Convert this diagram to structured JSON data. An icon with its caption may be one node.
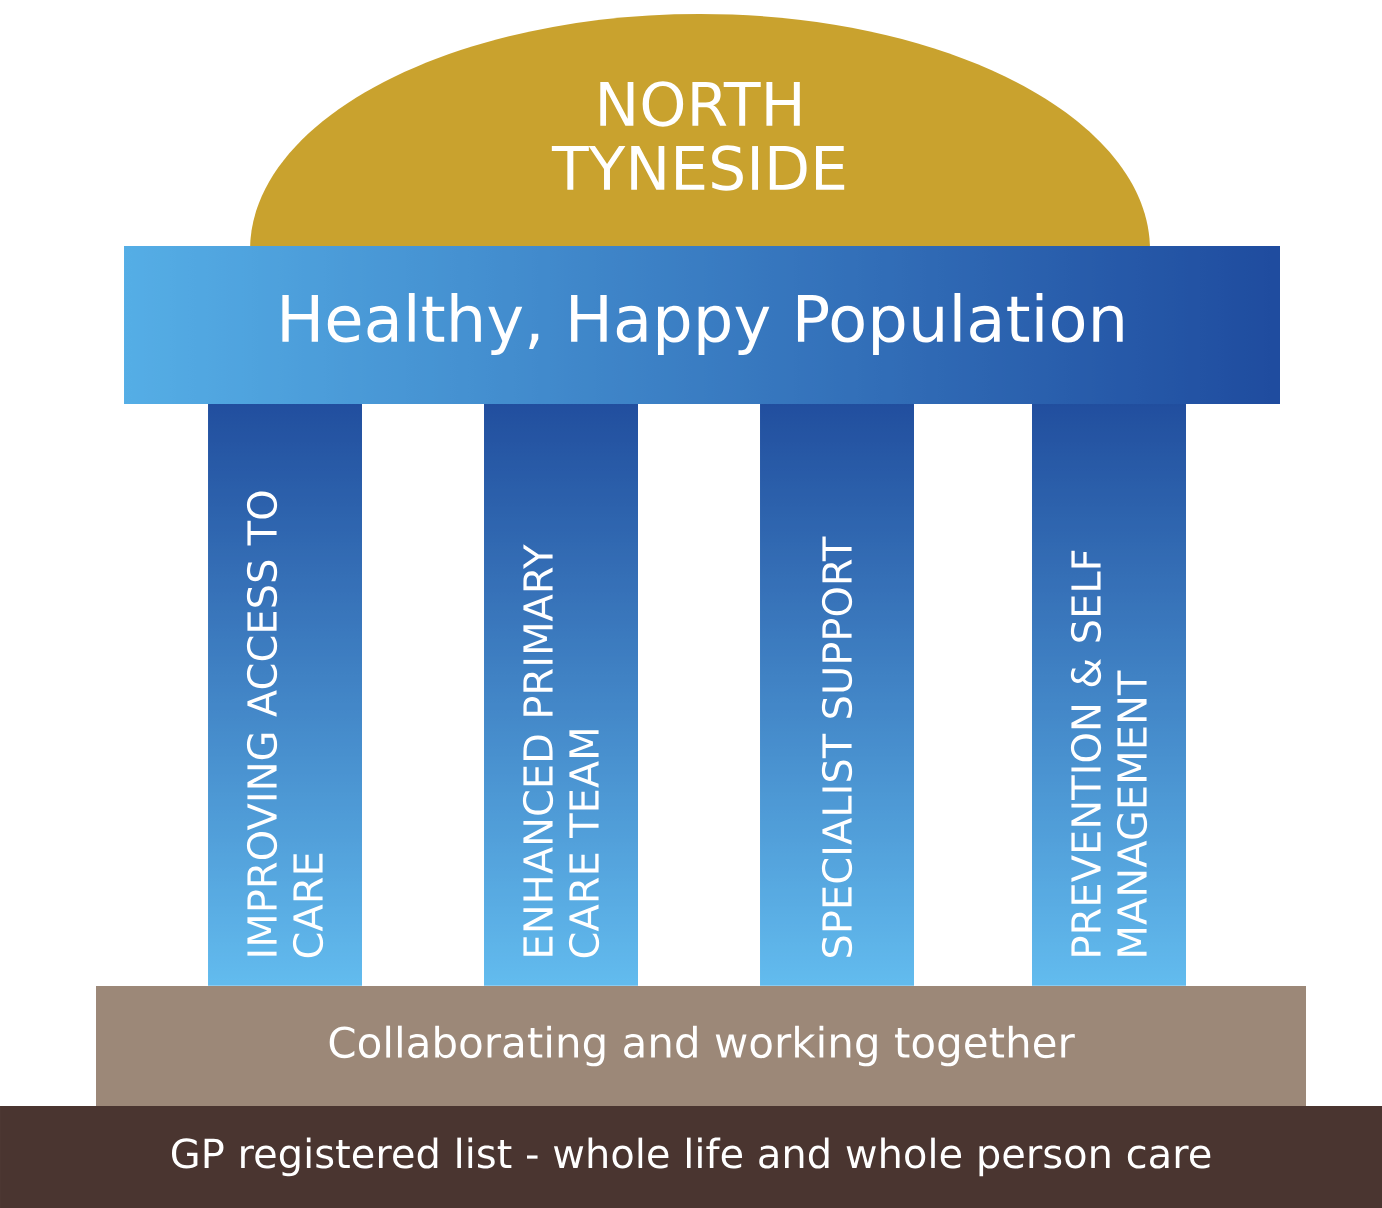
{
  "diagram": {
    "nodes": [
      {
        "text": [
          "NORTH TYNESIDE"
        ]
      },
      {
        "text": [
          "Healthy, Happy Population"
        ]
      },
      {
        "text": [
          "IMPROVING ACCESS TO CARE"
        ]
      },
      {
        "text": [
          "ENHANCED PRIMARY CARE TEAM"
        ]
      },
      {
        "text": [
          "SPECIALIST SUPPORT"
        ]
      },
      {
        "text": [
          "PREVENTION & SELF MANAGEMENT"
        ]
      },
      {
        "text": [
          "Collaborating and working together"
        ]
      },
      {
        "text": [
          "GP registered list - whole life and whole person care"
        ]
      }
    ]
  }
}
